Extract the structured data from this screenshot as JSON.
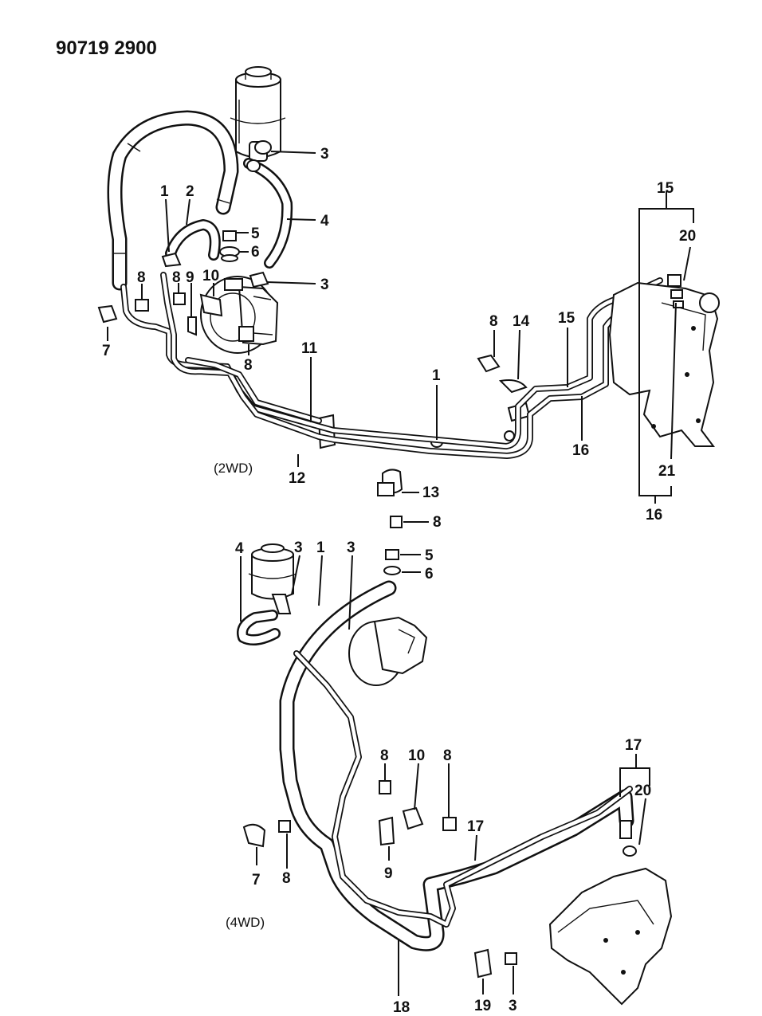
{
  "diagram_number": "90719 2900",
  "variants": {
    "top": "(2WD)",
    "bottom": "(4WD)"
  },
  "callouts_2wd": [
    "3",
    "4",
    "1",
    "2",
    "5",
    "6",
    "3",
    "8",
    "8",
    "9",
    "10",
    "7",
    "8",
    "11",
    "12",
    "1",
    "13",
    "8",
    "8",
    "14",
    "15",
    "16",
    "15",
    "20",
    "21",
    "16"
  ],
  "callouts_4wd": [
    "4",
    "3",
    "1",
    "3",
    "5",
    "6",
    "8",
    "10",
    "8",
    "17",
    "20",
    "7",
    "8",
    "9",
    "17",
    "18",
    "19",
    "3"
  ]
}
